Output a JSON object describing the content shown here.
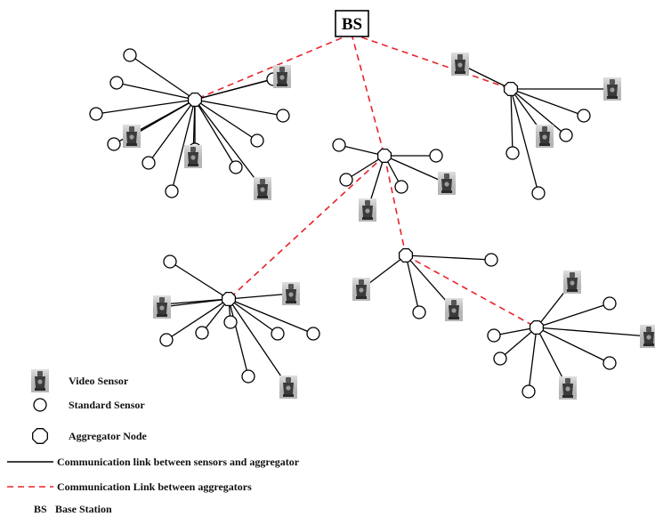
{
  "diagram": {
    "base_station_label": "BS"
  },
  "legend": {
    "video_sensor": "Video Sensor",
    "standard_sensor": "Standard Sensor",
    "aggregator_node": "Aggregator Node",
    "sensor_link": "Communication link between sensors and aggregator",
    "aggregator_link": "Communication Link between aggregators",
    "bs_abbrev": "BS",
    "bs_label": "Base Station"
  },
  "colors": {
    "sensor_link": "#000000",
    "aggregator_link": "#e8242c",
    "video_sensor_bg": "#cfcfcf",
    "video_sensor_body": "#3a3a3a"
  },
  "icons": {
    "video_sensor": "camera-sensor-icon",
    "standard_sensor": "circle-icon",
    "aggregator": "octagon-icon"
  }
}
